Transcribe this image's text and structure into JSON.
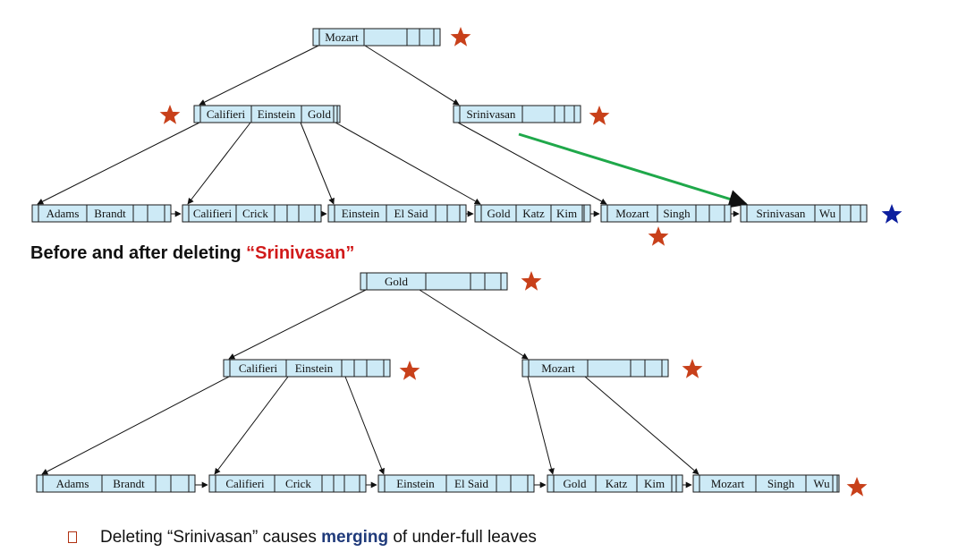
{
  "colors": {
    "star_red": "#c8401a",
    "star_blue": "#0d1f9e",
    "highlight_pointer": "#1fa84a",
    "node_fill": "#cdeaf6"
  },
  "heading": {
    "prefix": "Before and after deleting ",
    "open_quote": "“",
    "highlight": "Srinivasan",
    "close_quote": "”"
  },
  "bullet": {
    "prefix": "Deleting “Srinivasan” causes ",
    "emphasis": "merging",
    "suffix": " of under-full leaves"
  },
  "before": {
    "root": {
      "keys": [
        "Mozart"
      ]
    },
    "internal": [
      {
        "keys": [
          "Califieri",
          "Einstein",
          "Gold"
        ]
      },
      {
        "keys": [
          "Srinivasan"
        ]
      }
    ],
    "leaves": [
      {
        "keys": [
          "Adams",
          "Brandt"
        ]
      },
      {
        "keys": [
          "Califieri",
          "Crick"
        ]
      },
      {
        "keys": [
          "Einstein",
          "El Said"
        ]
      },
      {
        "keys": [
          "Gold",
          "Katz",
          "Kim"
        ]
      },
      {
        "keys": [
          "Mozart",
          "Singh"
        ]
      },
      {
        "keys": [
          "Srinivasan",
          "Wu"
        ]
      }
    ]
  },
  "after": {
    "root": {
      "keys": [
        "Gold"
      ]
    },
    "internal": [
      {
        "keys": [
          "Califieri",
          "Einstein"
        ]
      },
      {
        "keys": [
          "Mozart"
        ]
      }
    ],
    "leaves": [
      {
        "keys": [
          "Adams",
          "Brandt"
        ]
      },
      {
        "keys": [
          "Califieri",
          "Crick"
        ]
      },
      {
        "keys": [
          "Einstein",
          "El Said"
        ]
      },
      {
        "keys": [
          "Gold",
          "Katz",
          "Kim"
        ]
      },
      {
        "keys": [
          "Mozart",
          "Singh",
          "Wu"
        ]
      }
    ]
  }
}
